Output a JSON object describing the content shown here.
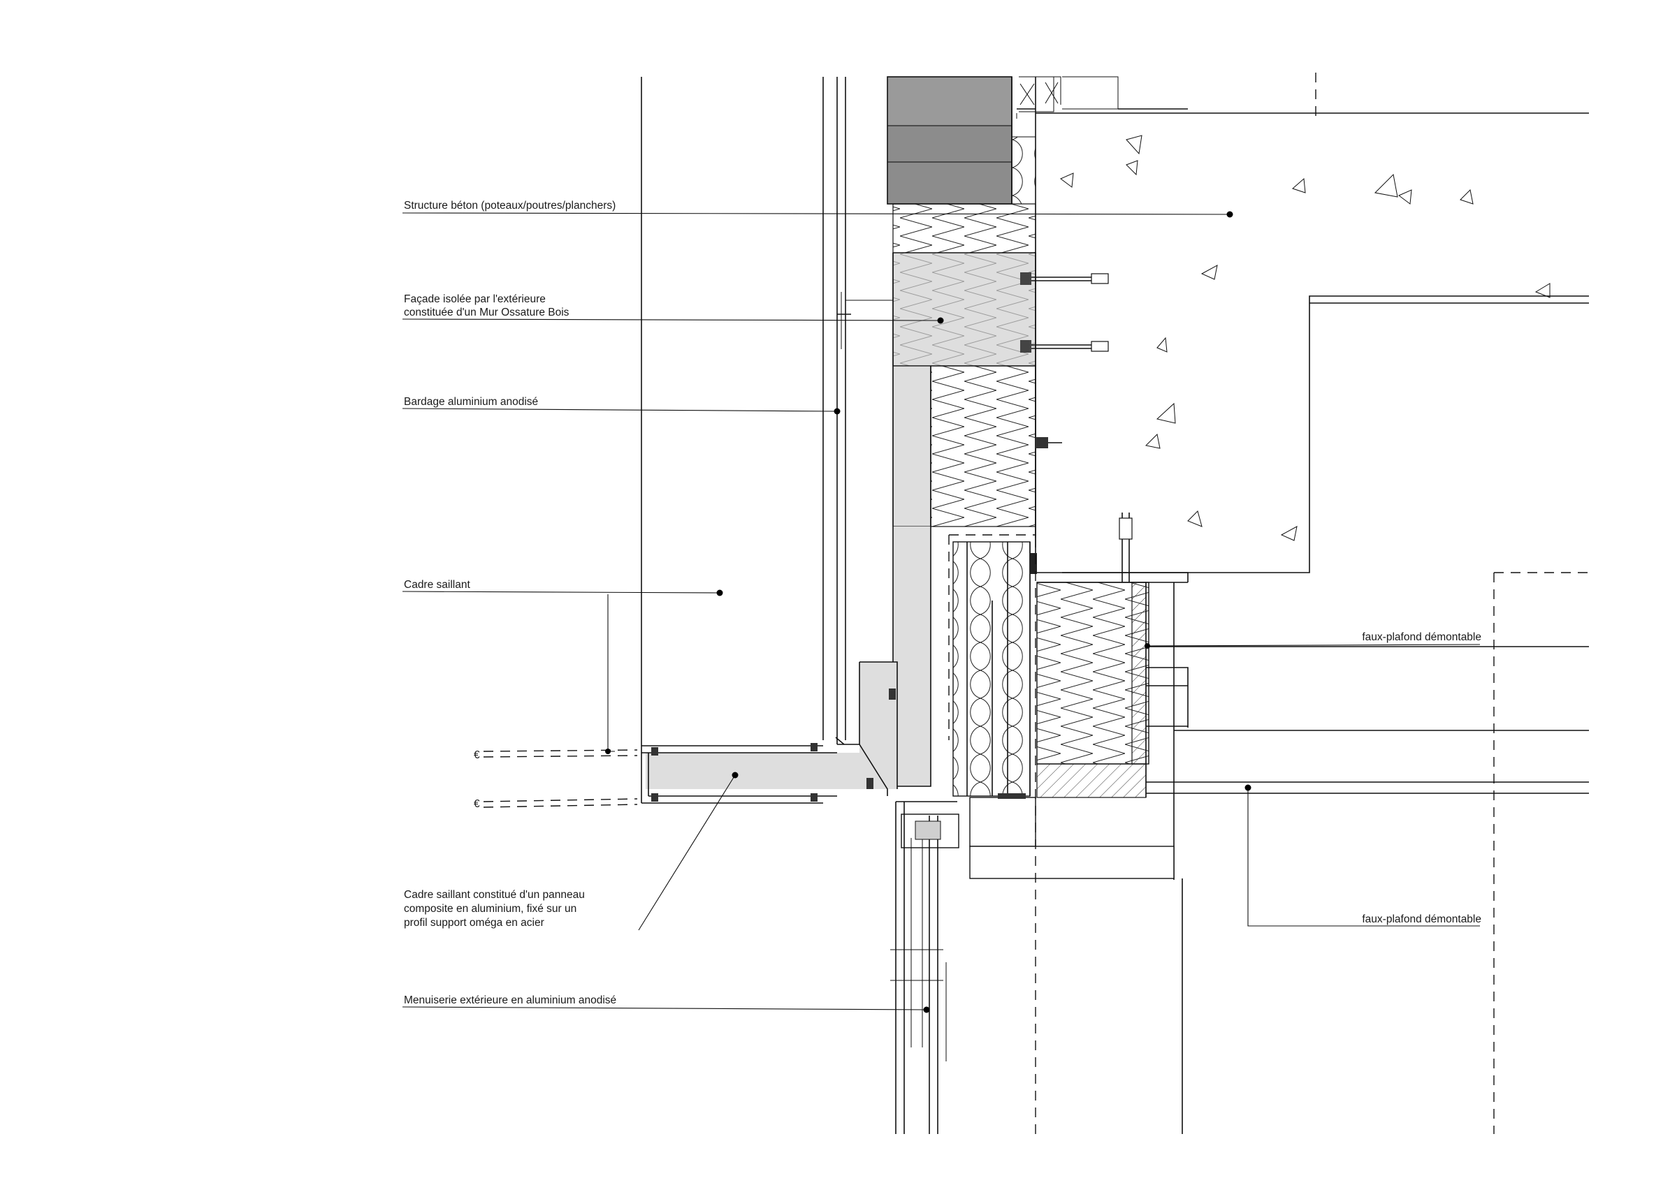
{
  "annotations": [
    {
      "key": "structure",
      "text": "Structure béton (poteaux/poutres/planchers)"
    },
    {
      "key": "facade_1",
      "text": "Façade isolée par l'extérieure"
    },
    {
      "key": "facade_2",
      "text": "constituée d'un Mur Ossature Bois"
    },
    {
      "key": "bardage",
      "text": "Bardage aluminium anodisé"
    },
    {
      "key": "cadre",
      "text": "Cadre saillant"
    },
    {
      "key": "cadre_detail_1",
      "text": "Cadre saillant constitué d'un panneau"
    },
    {
      "key": "cadre_detail_2",
      "text": "composite en aluminium, fixé sur un"
    },
    {
      "key": "cadre_detail_3",
      "text": "profil support oméga en acier"
    },
    {
      "key": "menuiserie",
      "text": "Menuiserie extérieure en aluminium anodisé"
    },
    {
      "key": "faux_plafond_1",
      "text": "faux-plafond démontable"
    },
    {
      "key": "faux_plafond_2",
      "text": "faux-plafond démontable"
    }
  ]
}
